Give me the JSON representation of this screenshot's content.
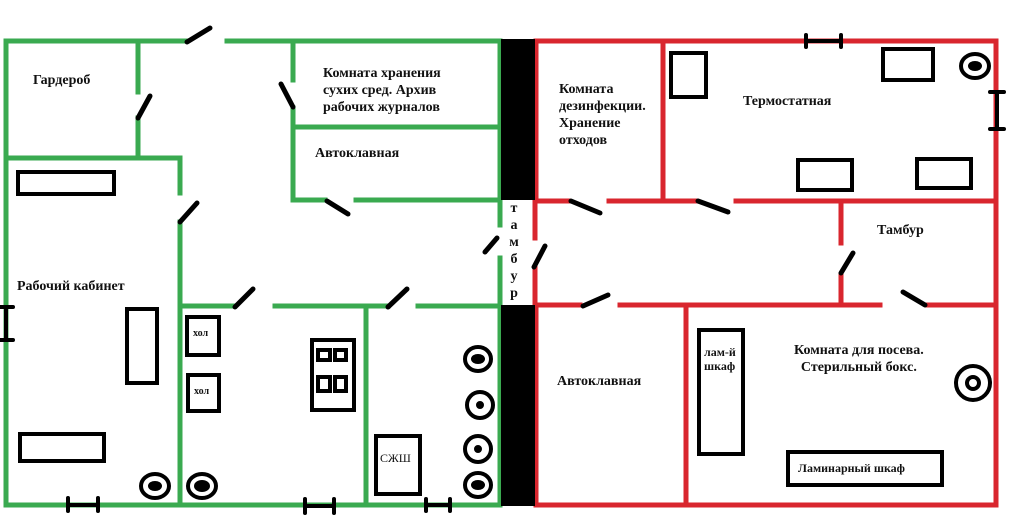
{
  "colors": {
    "left_wing_wall": "#3aaa50",
    "right_wing_wall": "#d9262e",
    "partition": "#000000",
    "furniture": "#000000"
  },
  "rooms": {
    "wardrobe": "Гардероб",
    "dry_media_storage": [
      "Комната хранения",
      "сухих сред. Архив",
      "рабочих журналов"
    ],
    "autoclave_left": "Автоклавная",
    "office": "Рабочий кабинет",
    "disinfection": [
      "Комната",
      "дезинфекции.",
      "Хранение",
      "отходов"
    ],
    "thermostat": "Термостатная",
    "vestibule_right": "Тамбур",
    "vestibule_center": [
      "т",
      "а",
      "м",
      "б",
      "у",
      "р"
    ],
    "autoclave_right": "Автоклавная",
    "sowing_room": [
      "Комната для посева.",
      "Стерильный бокс."
    ]
  },
  "equipment": {
    "fridge_1": "хол",
    "fridge_2": "хол",
    "dry_heat_cabinet": "СЖШ",
    "laminar_cabinet_short": [
      "лам-й",
      "шкаф"
    ],
    "laminar_cabinet": "Ламинарный шкаф"
  },
  "icons": {
    "door": "door-swing-icon",
    "window": "window-icon",
    "sink": "sink-icon",
    "stove": "stove-icon"
  }
}
